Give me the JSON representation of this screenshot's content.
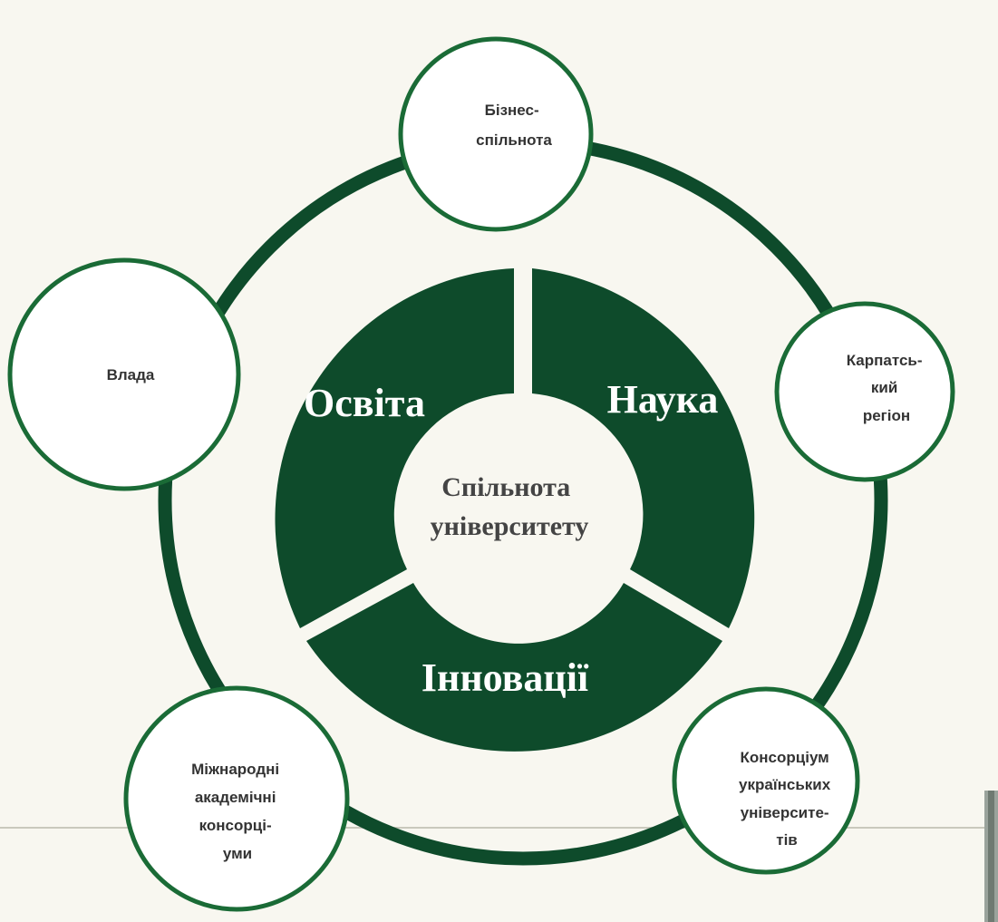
{
  "colors": {
    "background": "#f8f7f0",
    "dark_green": "#0e4b2b",
    "node_border": "#1a6b36",
    "node_fill": "#ffffff",
    "line": "#c9c9bd"
  },
  "center": {
    "lines": [
      "Спільнота",
      "університету"
    ]
  },
  "segments": [
    {
      "label": "Освіта"
    },
    {
      "label": "Наука"
    },
    {
      "label": "Інновації"
    }
  ],
  "nodes": [
    {
      "id": "business",
      "lines": [
        "Бізнес-",
        "спільнота"
      ]
    },
    {
      "id": "carpathian",
      "lines": [
        "Карпатсь-",
        "кий",
        "регіон"
      ]
    },
    {
      "id": "consortium-ua",
      "lines": [
        "Консорціум",
        "українських",
        "університе-",
        "тів"
      ]
    },
    {
      "id": "intl-consortia",
      "lines": [
        "Міжнародні",
        "академічні",
        "консорці-",
        "уми"
      ]
    },
    {
      "id": "government",
      "lines": [
        "Влада"
      ]
    }
  ]
}
